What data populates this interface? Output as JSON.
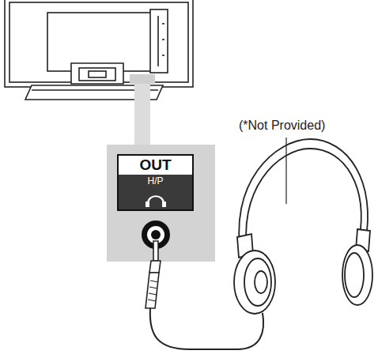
{
  "diagram": {
    "nodes": [
      {
        "text": [
          "OUT",
          "H/P"
        ]
      }
    ],
    "labels": [
      "(*Not Provided)"
    ]
  }
}
